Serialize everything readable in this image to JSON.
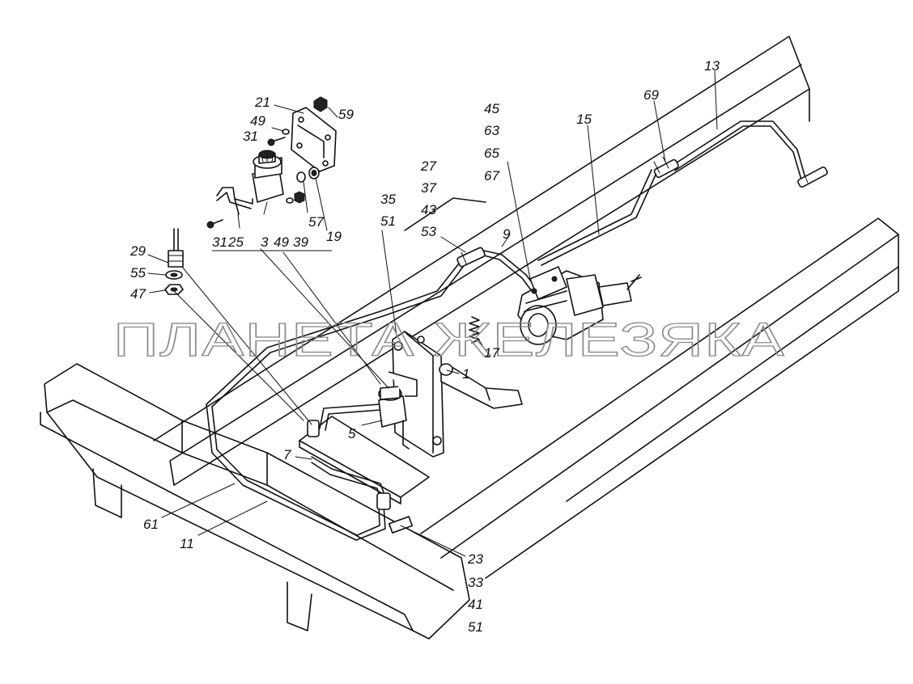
{
  "watermark": "ПЛАНЕТА ЖЕЛЕЗЯКА",
  "labels": {
    "l13": "13",
    "l69": "69",
    "l15": "15",
    "l45": "45",
    "l63": "63",
    "l65": "65",
    "l67": "67",
    "l27": "27",
    "l37": "37",
    "l43": "43",
    "l53": "53",
    "l35": "35",
    "l51a": "51",
    "l9": "9",
    "l21": "21",
    "l59": "59",
    "l49a": "49",
    "l31a": "31",
    "l57": "57",
    "l19": "19",
    "l31b": "31",
    "l25": "25",
    "l3": "3",
    "l49b": "49",
    "l39": "39",
    "l29": "29",
    "l55": "55",
    "l47": "47",
    "l17": "17",
    "l1": "1",
    "l5": "5",
    "l7": "7",
    "l61": "61",
    "l11": "11",
    "l23": "23",
    "l33": "33",
    "l41": "41",
    "l51b": "51"
  }
}
